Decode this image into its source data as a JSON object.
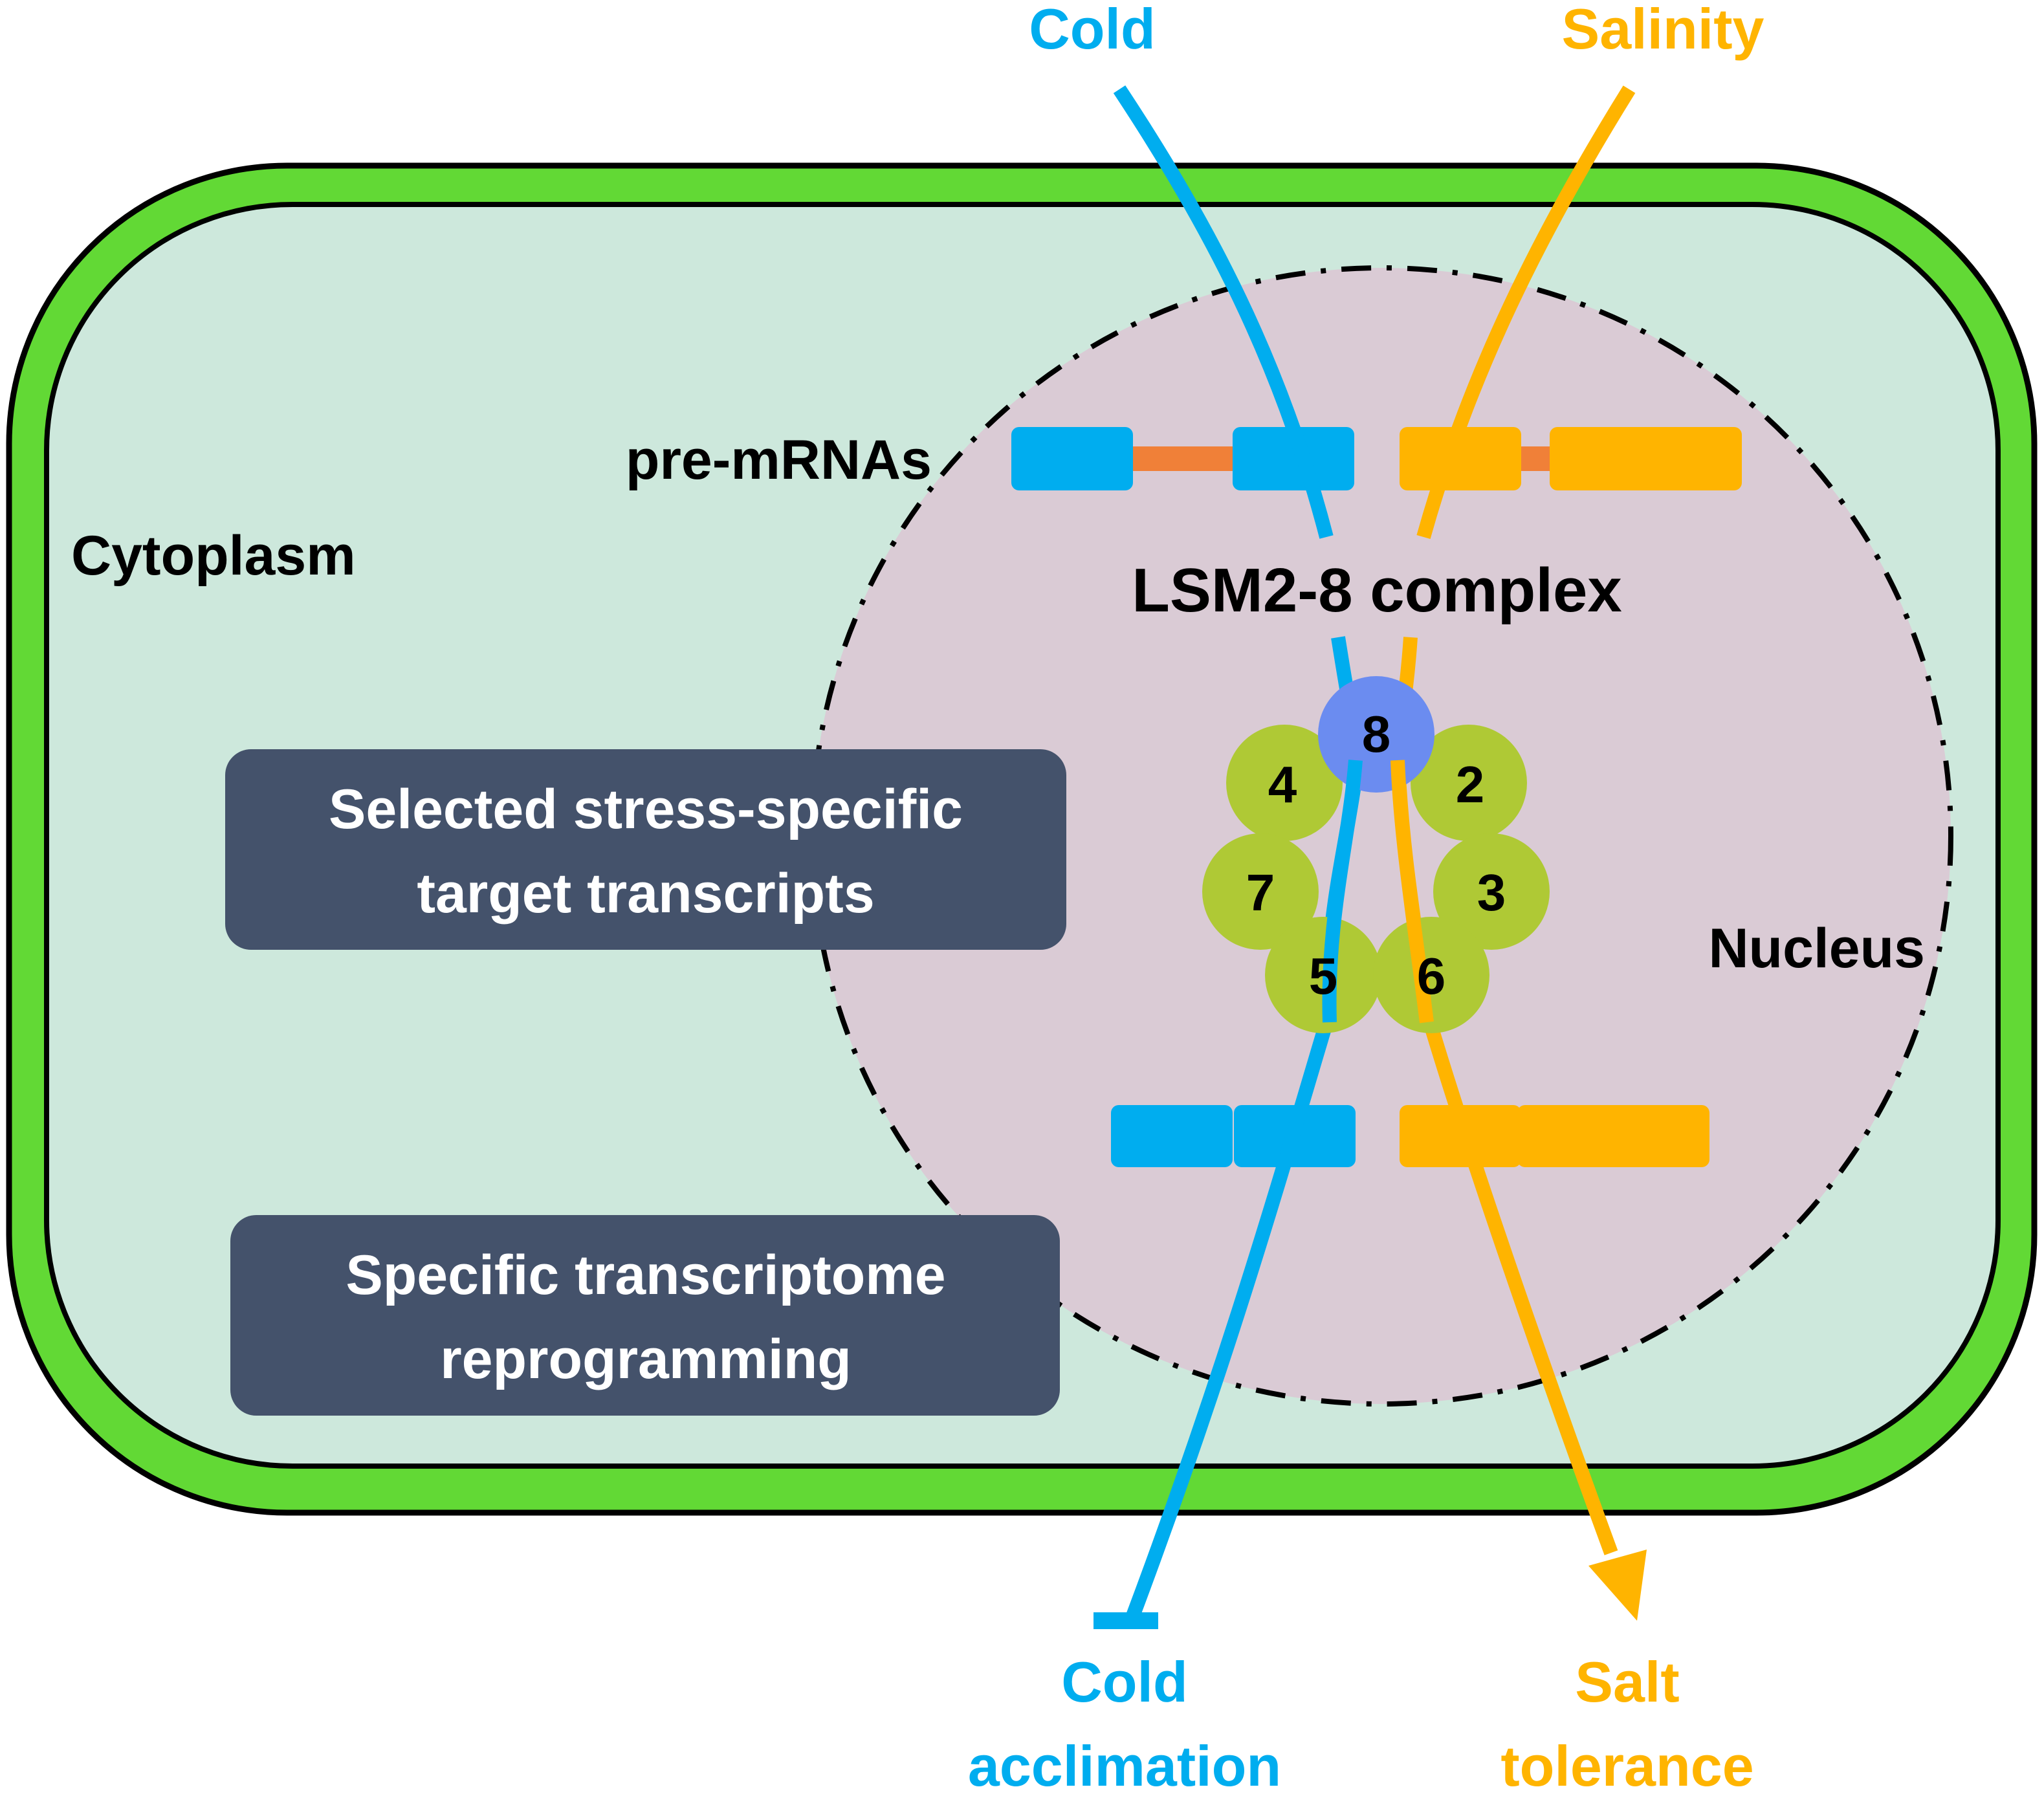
{
  "labels": {
    "cold": "Cold",
    "salinity": "Salinity",
    "pre_mrnas": "pre-mRNAs",
    "cytoplasm": "Cytoplasm",
    "complex": "LSM2-8 complex",
    "nucleus": "Nucleus",
    "cold_acclimation_1": "Cold",
    "cold_acclimation_2": "acclimation",
    "salt_tolerance_1": "Salt",
    "salt_tolerance_2": "tolerance"
  },
  "boxes": {
    "selected_line1": "Selected stress-specific",
    "selected_line2": "target transcripts",
    "specific_line1": "Specific transcriptome",
    "specific_line2": "reprogramming"
  },
  "subunits": {
    "s8": "8",
    "s4": "4",
    "s2": "2",
    "s7": "7",
    "s3": "3",
    "s5": "5",
    "s6": "6"
  },
  "colors": {
    "cold": "#00adef",
    "salt": "#ffb400",
    "cell_wall": "#62d935",
    "cytoplasm": "#cde8dc",
    "nucleus": "#dacbd5",
    "intron": "#f08038",
    "subunit": "#afc935",
    "subunit_8": "#6b8cf0",
    "box": "#44526b"
  }
}
